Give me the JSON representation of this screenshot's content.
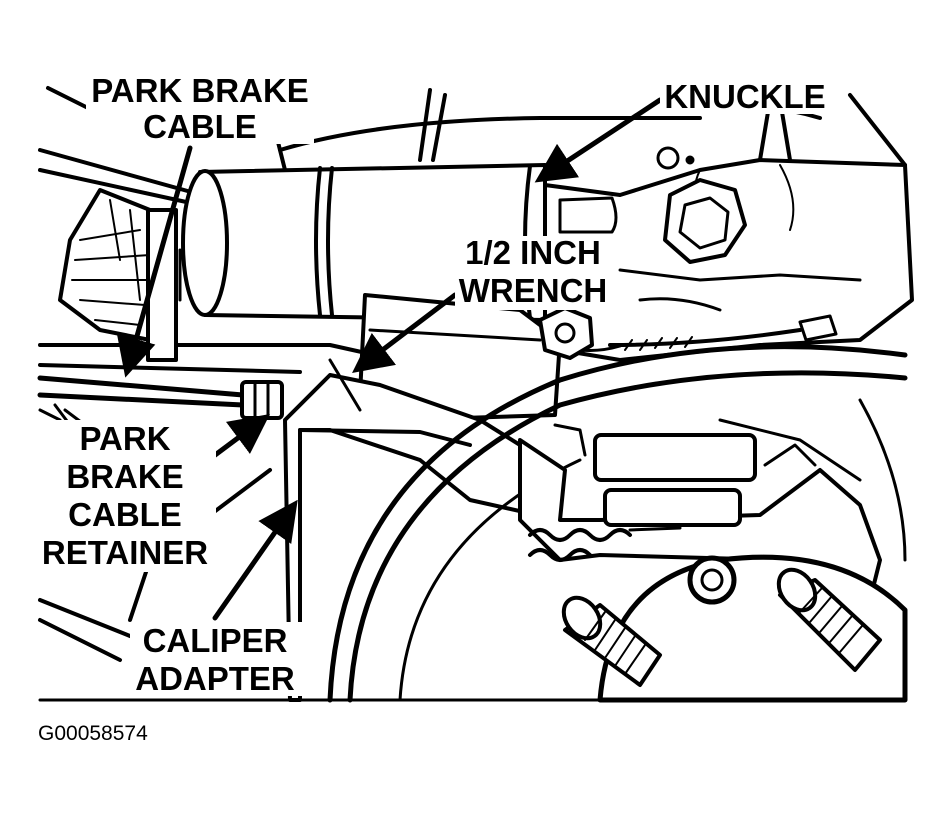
{
  "labels": {
    "park_brake_cable_line1": "PARK BRAKE",
    "park_brake_cable_line2": "CABLE",
    "knuckle": "KNUCKLE",
    "wrench_line1": "1/2 INCH",
    "wrench_line2": "WRENCH",
    "retainer_line1": "PARK",
    "retainer_line2": "BRAKE",
    "retainer_line3": "CABLE",
    "retainer_line4": "RETAINER",
    "caliper_line1": "CALIPER",
    "caliper_line2": "ADAPTER"
  },
  "figure_id": "G00058574"
}
